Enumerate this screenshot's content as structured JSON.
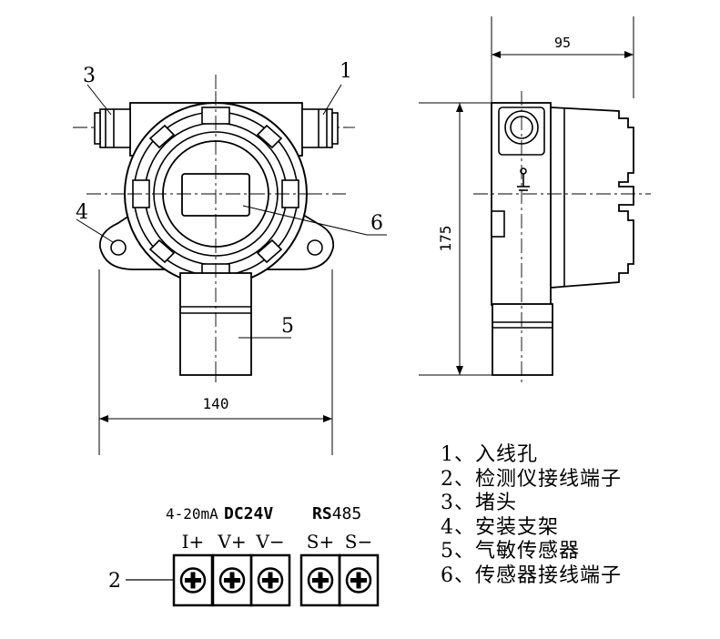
{
  "dimensions": {
    "top_width": "95",
    "height": "175",
    "width": "140"
  },
  "callouts": {
    "c1": "1",
    "c2": "2",
    "c3": "3",
    "c4": "4",
    "c5": "5",
    "c6": "6"
  },
  "terminal_block": {
    "group_current": "4-20mA",
    "group_power": "DC24V",
    "group_bus_prefix": "RS",
    "group_bus_suffix": "485",
    "labels": [
      "I+",
      "V+",
      "V−",
      "S+",
      "S−"
    ],
    "terminal_count": 5,
    "screw_icon": "plus-screw-icon"
  },
  "legend": [
    "1、入线孔",
    "2、检测仪接线端子",
    "3、堵头",
    "4、安装支架",
    "5、气敏传感器",
    "6、传感器接线端子"
  ]
}
